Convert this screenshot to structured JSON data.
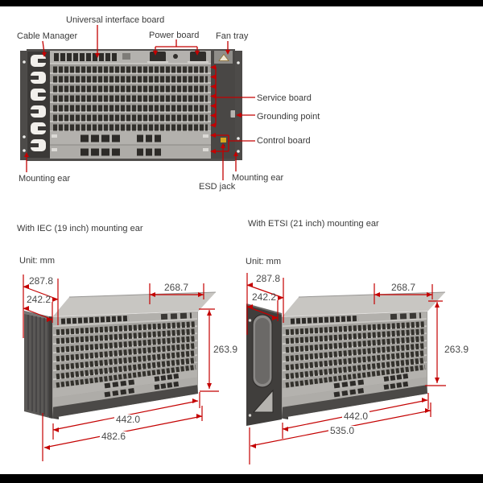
{
  "front_view": {
    "labels": {
      "universal_interface_board": "Universal interface board",
      "cable_manager": "Cable Manager",
      "power_board": "Power board",
      "fan_tray": "Fan tray",
      "service_board": "Service board",
      "grounding_point": "Grounding point",
      "control_board": "Control board",
      "mounting_ear_left": "Mounting ear",
      "esd_jack": "ESD jack",
      "mounting_ear_right": "Mounting ear"
    }
  },
  "iec_view": {
    "heading": "With IEC (19 inch) mounting ear",
    "unit_label": "Unit: mm",
    "dimensions_mm": {
      "depth_with_cable_manager": "287.8",
      "chassis_depth": "242.2",
      "top_rear_depth": "268.7",
      "height": "263.9",
      "chassis_width": "442.0",
      "width_with_mounting_ear": "482.6"
    }
  },
  "etsi_view": {
    "heading": "With ETSI (21 inch) mounting ear",
    "unit_label": "Unit: mm",
    "dimensions_mm": {
      "depth_with_cable_manager": "287.8",
      "chassis_depth": "242.2",
      "top_rear_depth": "268.7",
      "height": "263.9",
      "chassis_width": "442.0",
      "width_with_mounting_ear": "535.0"
    }
  },
  "colors": {
    "callout_red": "#c40000",
    "label_text": "#3a3a3a",
    "chassis_dark": "#4a4846",
    "chassis_light": "#a5a39f"
  }
}
